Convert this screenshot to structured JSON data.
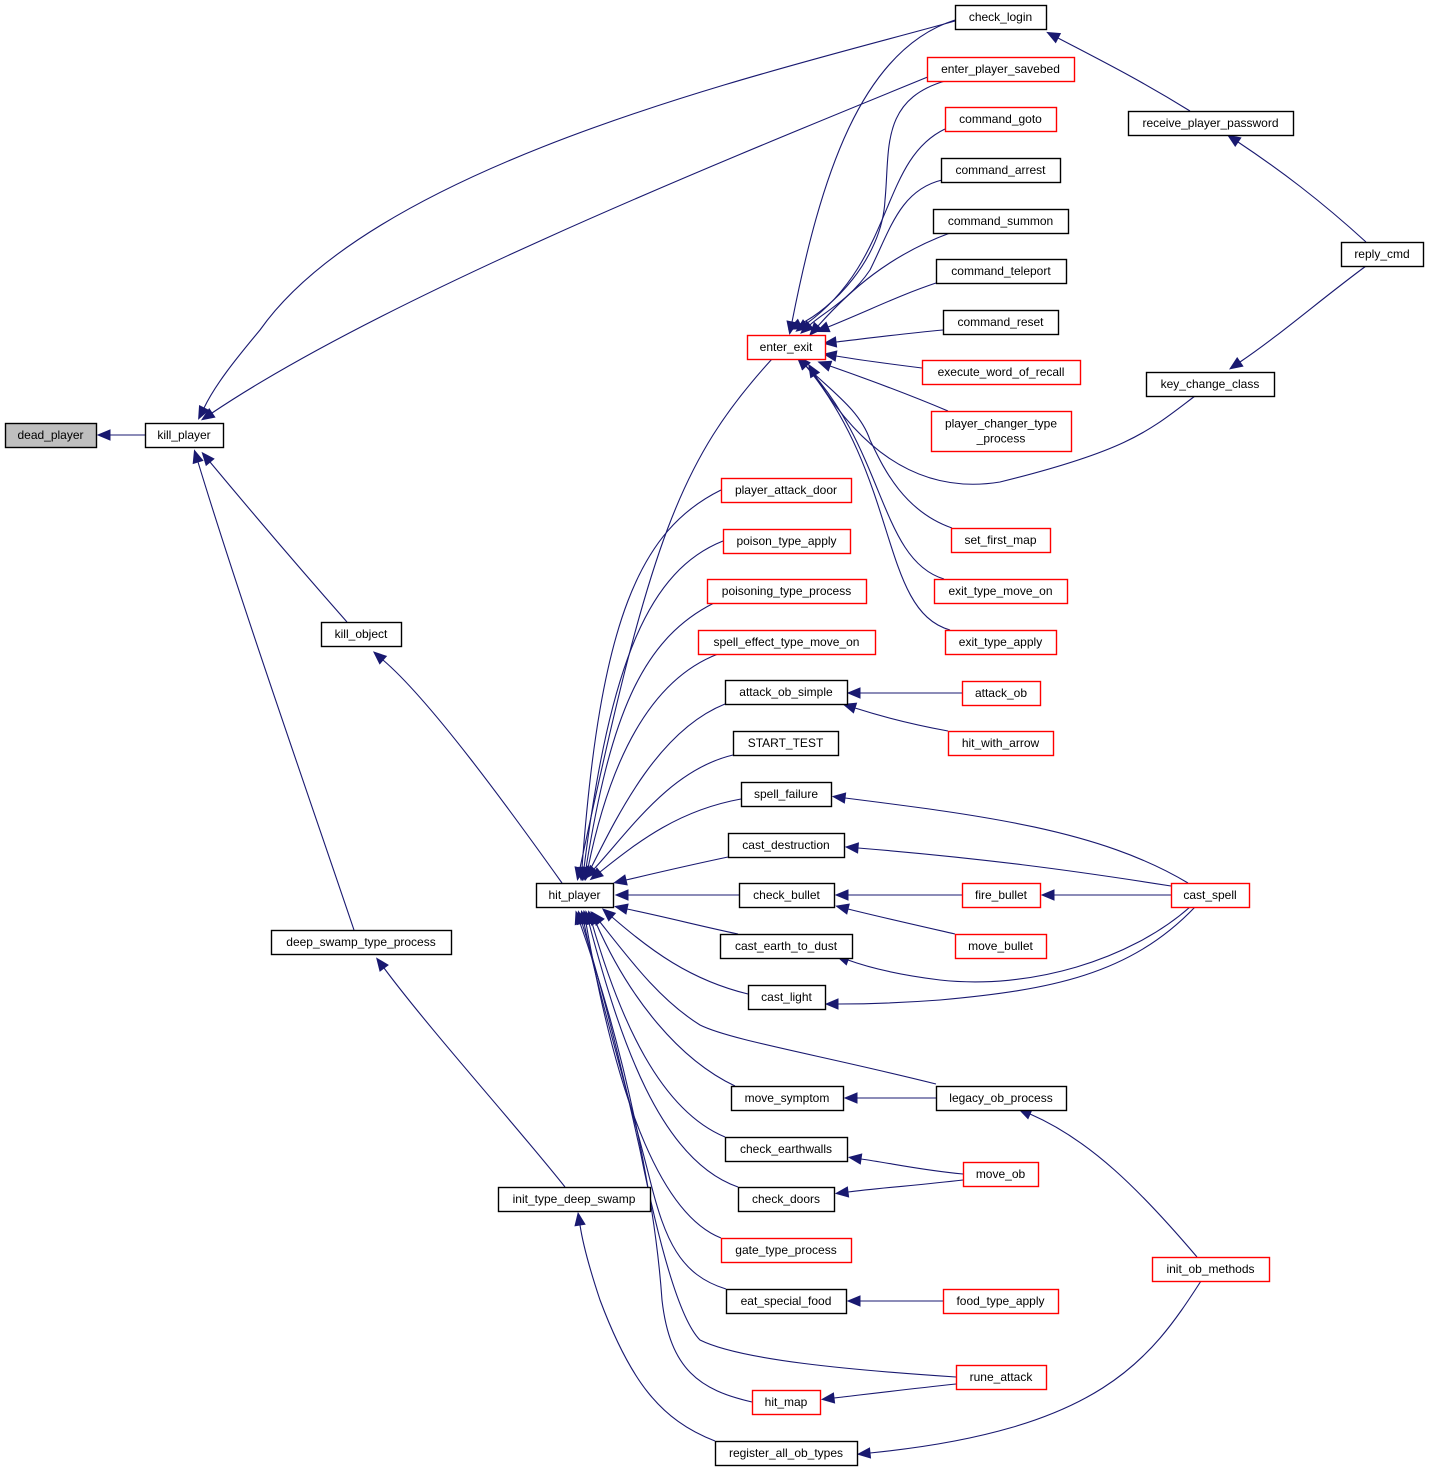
{
  "title": "dead_player caller graph",
  "colors": {
    "edge": "#191970",
    "node_border_documented": "#000000",
    "node_border_undocumented": "#ff0000",
    "root_fill": "#bfbfbf",
    "node_fill": "#ffffff"
  },
  "nodes": [
    {
      "id": "dead_player",
      "label": "dead_player",
      "kind": "root"
    },
    {
      "id": "kill_player",
      "label": "kill_player",
      "kind": "normal"
    },
    {
      "id": "kill_object",
      "label": "kill_object",
      "kind": "normal"
    },
    {
      "id": "deep_swamp_type_process",
      "label": "deep_swamp_type_process",
      "kind": "normal"
    },
    {
      "id": "init_type_deep_swamp",
      "label": "init_type_deep_swamp",
      "kind": "normal"
    },
    {
      "id": "hit_player",
      "label": "hit_player",
      "kind": "normal"
    },
    {
      "id": "enter_exit",
      "label": "enter_exit",
      "kind": "red"
    },
    {
      "id": "check_login",
      "label": "check_login",
      "kind": "normal"
    },
    {
      "id": "enter_player_savebed",
      "label": "enter_player_savebed",
      "kind": "red"
    },
    {
      "id": "command_goto",
      "label": "command_goto",
      "kind": "red"
    },
    {
      "id": "command_arrest",
      "label": "command_arrest",
      "kind": "normal"
    },
    {
      "id": "command_summon",
      "label": "command_summon",
      "kind": "normal"
    },
    {
      "id": "command_teleport",
      "label": "command_teleport",
      "kind": "normal"
    },
    {
      "id": "command_reset",
      "label": "command_reset",
      "kind": "normal"
    },
    {
      "id": "execute_word_of_recall",
      "label": "execute_word_of_recall",
      "kind": "red"
    },
    {
      "id": "player_changer_type_process",
      "label": "player_changer_type\n_process",
      "kind": "red"
    },
    {
      "id": "set_first_map",
      "label": "set_first_map",
      "kind": "red"
    },
    {
      "id": "exit_type_move_on",
      "label": "exit_type_move_on",
      "kind": "red"
    },
    {
      "id": "exit_type_apply",
      "label": "exit_type_apply",
      "kind": "red"
    },
    {
      "id": "receive_player_password",
      "label": "receive_player_password",
      "kind": "normal"
    },
    {
      "id": "reply_cmd",
      "label": "reply_cmd",
      "kind": "normal"
    },
    {
      "id": "key_change_class",
      "label": "key_change_class",
      "kind": "normal"
    },
    {
      "id": "player_attack_door",
      "label": "player_attack_door",
      "kind": "red"
    },
    {
      "id": "poison_type_apply",
      "label": "poison_type_apply",
      "kind": "red"
    },
    {
      "id": "poisoning_type_process",
      "label": "poisoning_type_process",
      "kind": "red"
    },
    {
      "id": "spell_effect_type_move_on",
      "label": "spell_effect_type_move_on",
      "kind": "red"
    },
    {
      "id": "attack_ob_simple",
      "label": "attack_ob_simple",
      "kind": "normal"
    },
    {
      "id": "START_TEST",
      "label": "START_TEST",
      "kind": "normal"
    },
    {
      "id": "spell_failure",
      "label": "spell_failure",
      "kind": "normal"
    },
    {
      "id": "cast_destruction",
      "label": "cast_destruction",
      "kind": "normal"
    },
    {
      "id": "check_bullet",
      "label": "check_bullet",
      "kind": "normal"
    },
    {
      "id": "cast_earth_to_dust",
      "label": "cast_earth_to_dust",
      "kind": "normal"
    },
    {
      "id": "cast_light",
      "label": "cast_light",
      "kind": "normal"
    },
    {
      "id": "move_symptom",
      "label": "move_symptom",
      "kind": "normal"
    },
    {
      "id": "check_earthwalls",
      "label": "check_earthwalls",
      "kind": "normal"
    },
    {
      "id": "check_doors",
      "label": "check_doors",
      "kind": "normal"
    },
    {
      "id": "gate_type_process",
      "label": "gate_type_process",
      "kind": "red"
    },
    {
      "id": "eat_special_food",
      "label": "eat_special_food",
      "kind": "normal"
    },
    {
      "id": "hit_map",
      "label": "hit_map",
      "kind": "red"
    },
    {
      "id": "register_all_ob_types",
      "label": "register_all_ob_types",
      "kind": "normal"
    },
    {
      "id": "attack_ob",
      "label": "attack_ob",
      "kind": "red"
    },
    {
      "id": "hit_with_arrow",
      "label": "hit_with_arrow",
      "kind": "red"
    },
    {
      "id": "fire_bullet",
      "label": "fire_bullet",
      "kind": "red"
    },
    {
      "id": "move_bullet",
      "label": "move_bullet",
      "kind": "red"
    },
    {
      "id": "cast_spell",
      "label": "cast_spell",
      "kind": "red"
    },
    {
      "id": "legacy_ob_process",
      "label": "legacy_ob_process",
      "kind": "normal"
    },
    {
      "id": "move_ob",
      "label": "move_ob",
      "kind": "red"
    },
    {
      "id": "init_ob_methods",
      "label": "init_ob_methods",
      "kind": "red"
    },
    {
      "id": "food_type_apply",
      "label": "food_type_apply",
      "kind": "red"
    },
    {
      "id": "rune_attack",
      "label": "rune_attack",
      "kind": "red"
    }
  ],
  "edges": [
    {
      "from": "kill_player",
      "to": "dead_player"
    },
    {
      "from": "check_login",
      "to": "kill_player"
    },
    {
      "from": "enter_player_savebed",
      "to": "kill_player"
    },
    {
      "from": "kill_object",
      "to": "kill_player"
    },
    {
      "from": "deep_swamp_type_process",
      "to": "kill_player"
    },
    {
      "from": "hit_player",
      "to": "kill_object"
    },
    {
      "from": "init_type_deep_swamp",
      "to": "deep_swamp_type_process"
    },
    {
      "from": "register_all_ob_types",
      "to": "init_type_deep_swamp"
    },
    {
      "from": "enter_exit",
      "to": "hit_player"
    },
    {
      "from": "player_attack_door",
      "to": "hit_player"
    },
    {
      "from": "poison_type_apply",
      "to": "hit_player"
    },
    {
      "from": "poisoning_type_process",
      "to": "hit_player"
    },
    {
      "from": "spell_effect_type_move_on",
      "to": "hit_player"
    },
    {
      "from": "attack_ob_simple",
      "to": "hit_player"
    },
    {
      "from": "START_TEST",
      "to": "hit_player"
    },
    {
      "from": "spell_failure",
      "to": "hit_player"
    },
    {
      "from": "cast_destruction",
      "to": "hit_player"
    },
    {
      "from": "check_bullet",
      "to": "hit_player"
    },
    {
      "from": "cast_earth_to_dust",
      "to": "hit_player"
    },
    {
      "from": "cast_light",
      "to": "hit_player"
    },
    {
      "from": "legacy_ob_process",
      "to": "hit_player"
    },
    {
      "from": "move_symptom",
      "to": "hit_player"
    },
    {
      "from": "check_earthwalls",
      "to": "hit_player"
    },
    {
      "from": "check_doors",
      "to": "hit_player"
    },
    {
      "from": "gate_type_process",
      "to": "hit_player"
    },
    {
      "from": "eat_special_food",
      "to": "hit_player"
    },
    {
      "from": "rune_attack",
      "to": "hit_player"
    },
    {
      "from": "hit_map",
      "to": "hit_player"
    },
    {
      "from": "check_login",
      "to": "enter_exit"
    },
    {
      "from": "enter_player_savebed",
      "to": "enter_exit"
    },
    {
      "from": "command_goto",
      "to": "enter_exit"
    },
    {
      "from": "command_arrest",
      "to": "enter_exit"
    },
    {
      "from": "command_summon",
      "to": "enter_exit"
    },
    {
      "from": "command_teleport",
      "to": "enter_exit"
    },
    {
      "from": "command_reset",
      "to": "enter_exit"
    },
    {
      "from": "execute_word_of_recall",
      "to": "enter_exit"
    },
    {
      "from": "player_changer_type_process",
      "to": "enter_exit"
    },
    {
      "from": "key_change_class",
      "to": "enter_exit"
    },
    {
      "from": "set_first_map",
      "to": "enter_exit"
    },
    {
      "from": "exit_type_move_on",
      "to": "enter_exit"
    },
    {
      "from": "exit_type_apply",
      "to": "enter_exit"
    },
    {
      "from": "receive_player_password",
      "to": "check_login"
    },
    {
      "from": "reply_cmd",
      "to": "receive_player_password"
    },
    {
      "from": "reply_cmd",
      "to": "key_change_class"
    },
    {
      "from": "attack_ob",
      "to": "attack_ob_simple"
    },
    {
      "from": "hit_with_arrow",
      "to": "attack_ob_simple"
    },
    {
      "from": "cast_spell",
      "to": "spell_failure"
    },
    {
      "from": "cast_spell",
      "to": "cast_destruction"
    },
    {
      "from": "fire_bullet",
      "to": "check_bullet"
    },
    {
      "from": "move_bullet",
      "to": "check_bullet"
    },
    {
      "from": "cast_spell",
      "to": "fire_bullet"
    },
    {
      "from": "cast_spell",
      "to": "cast_earth_to_dust"
    },
    {
      "from": "cast_spell",
      "to": "cast_light"
    },
    {
      "from": "legacy_ob_process",
      "to": "move_symptom"
    },
    {
      "from": "init_ob_methods",
      "to": "legacy_ob_process"
    },
    {
      "from": "move_ob",
      "to": "check_earthwalls"
    },
    {
      "from": "move_ob",
      "to": "check_doors"
    },
    {
      "from": "food_type_apply",
      "to": "eat_special_food"
    },
    {
      "from": "rune_attack",
      "to": "hit_map"
    },
    {
      "from": "init_ob_methods",
      "to": "register_all_ob_types"
    }
  ]
}
